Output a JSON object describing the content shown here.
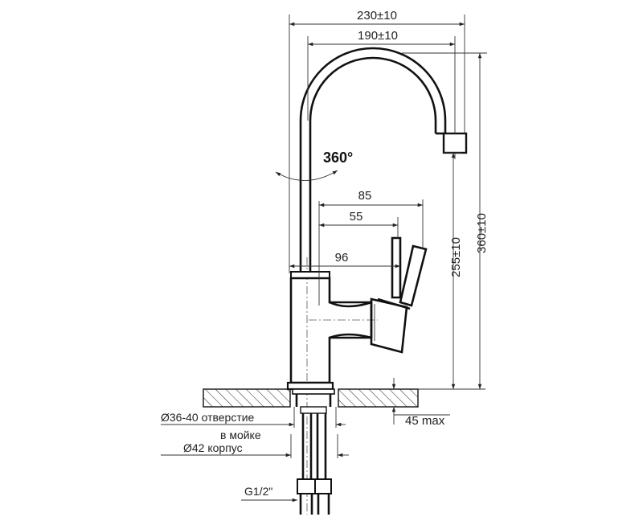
{
  "dimensions": {
    "overall_reach": "230±10",
    "spout_reach": "190±10",
    "rotation": "360°",
    "lever_reach_85": "85",
    "lever_reach_55": "55",
    "lever_height_96": "96",
    "spout_height": "255±10",
    "total_height": "360±10",
    "max_thickness": "45 max",
    "mount_hole": "Ø36-40 отверстие",
    "mount_hole_line2": "в мойке",
    "body_diameter": "Ø42 корпус",
    "thread": "G1/2\""
  }
}
